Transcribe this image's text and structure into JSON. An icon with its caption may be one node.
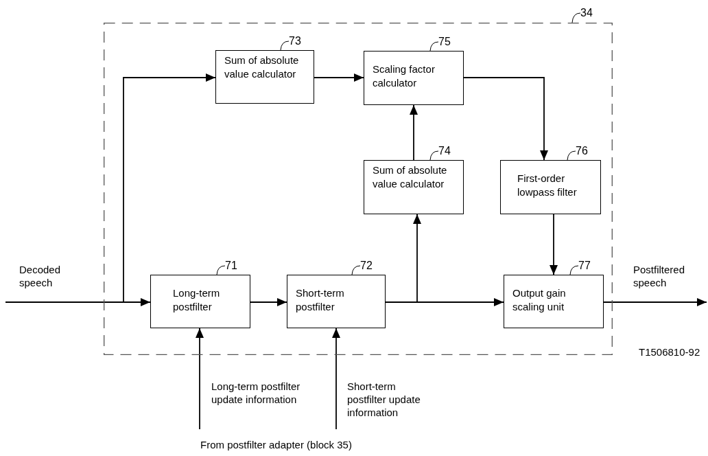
{
  "diagram": {
    "nodes": [
      {
        "text": [],
        "shape": "box"
      },
      {
        "text": [
          "Sum of absolute value calculator"
        ],
        "in": 0
      },
      {
        "text": [
          "Scaling factor calculator"
        ],
        "in": 0
      },
      {
        "text": [
          "Sum of absolute value calculator"
        ],
        "in": 0
      },
      {
        "text": [
          "First-order lowpass filter"
        ],
        "in": 0
      },
      {
        "text": [
          "Long-term postfilter"
        ],
        "in": 0
      },
      {
        "text": [
          "Short-term postfilter"
        ],
        "in": 0
      },
      {
        "text": [
          "Output gain scaling unit"
        ],
        "in": 0
      },
      {
        "text": [
          "34"
        ]
      },
      {
        "text": [
          "73"
        ],
        "in": 0
      },
      {
        "text": [
          "75"
        ],
        "in": 0
      },
      {
        "text": [
          "74"
        ],
        "in": 0
      },
      {
        "text": [
          "76"
        ],
        "in": 0
      },
      {
        "text": [
          "71"
        ],
        "in": 0
      },
      {
        "text": [
          "72"
        ],
        "in": 0
      },
      {
        "text": [
          "77"
        ],
        "in": 0
      }
    ],
    "edges": [
      {
        "from": null,
        "to": 5,
        "arrow": "to"
      },
      {
        "from": null,
        "to": 1,
        "arrow": "to"
      },
      {
        "from": 1,
        "to": 2,
        "arrow": "to"
      },
      {
        "from": 3,
        "to": 2,
        "arrow": "to"
      },
      {
        "from": 2,
        "to": 4,
        "arrow": "to"
      },
      {
        "from": 4,
        "to": 7,
        "arrow": "to"
      },
      {
        "from": 5,
        "to": 6,
        "arrow": "to"
      },
      {
        "from": 6,
        "to": 7,
        "arrow": "to"
      },
      {
        "from": 6,
        "to": 3,
        "arrow": "to"
      },
      {
        "from": 7,
        "to": null,
        "arrow": "to"
      },
      {
        "from": null,
        "to": 5,
        "arrow": "to"
      },
      {
        "from": null,
        "to": 6,
        "arrow": "to"
      },
      {
        "from": 8,
        "to": 0,
        "arrow": "none"
      },
      {
        "from": 9,
        "to": 1,
        "arrow": "none"
      },
      {
        "from": 10,
        "to": 2,
        "arrow": "none"
      },
      {
        "from": 11,
        "to": 3,
        "arrow": "none"
      },
      {
        "from": 12,
        "to": 4,
        "arrow": "none"
      },
      {
        "from": 13,
        "to": 5,
        "arrow": "none"
      },
      {
        "from": 14,
        "to": 6,
        "arrow": "none"
      },
      {
        "from": 15,
        "to": 7,
        "arrow": "none"
      }
    ],
    "labels": [
      "Decoded speech",
      "Postfiltered speech",
      "T1506810-92",
      "Long-term postfilter update information",
      "Short-term postfilter update information",
      "From postfilter adapter (block 35)"
    ]
  }
}
